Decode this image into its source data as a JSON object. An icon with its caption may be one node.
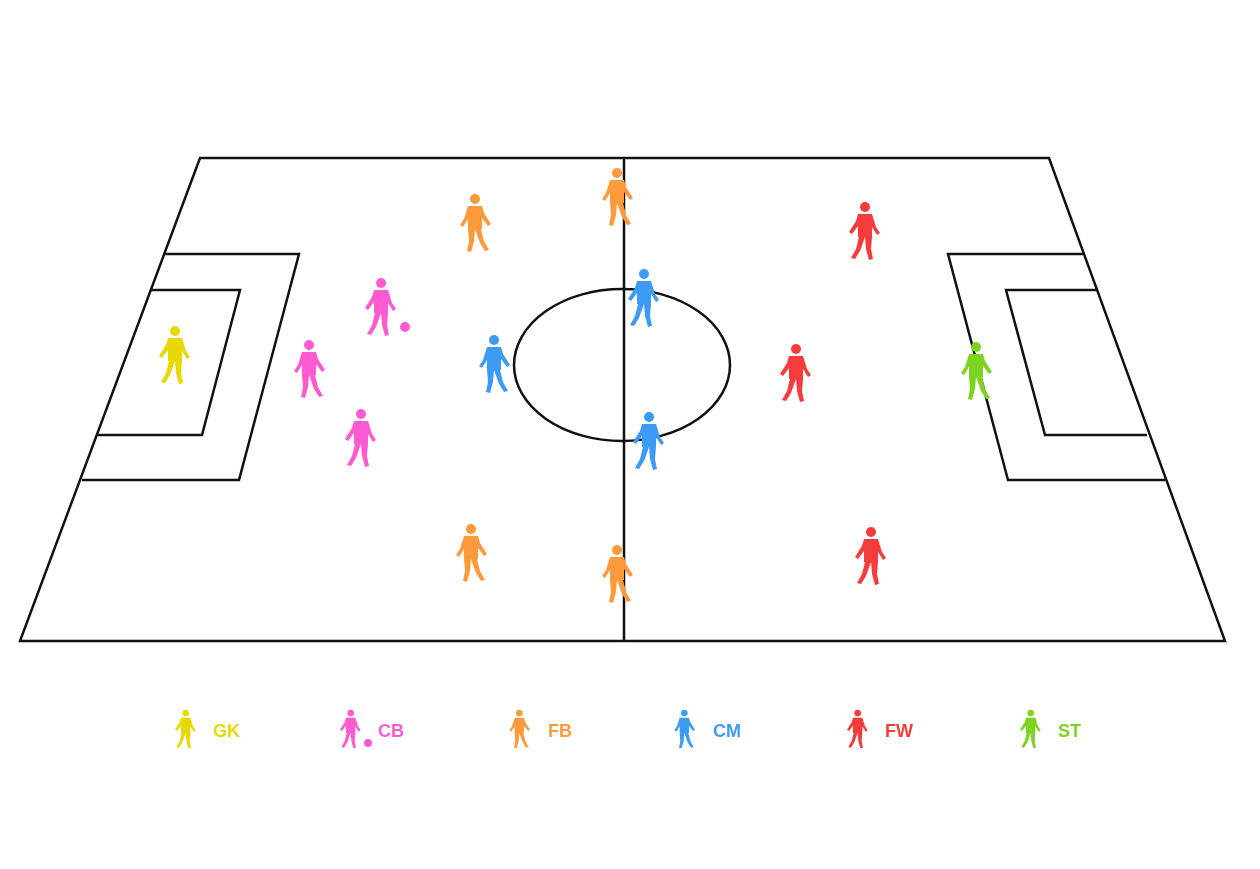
{
  "diagram": {
    "legend": [
      {
        "text": "GK",
        "color": "#e6d800"
      },
      {
        "text": "CB",
        "color": "#ff5ad2"
      },
      {
        "text": "FB",
        "color": "#ff9a3c"
      },
      {
        "text": "CM",
        "color": "#3d9bf5"
      },
      {
        "text": "FW",
        "color": "#f53c3c"
      },
      {
        "text": "ST",
        "color": "#7ed321"
      }
    ]
  }
}
